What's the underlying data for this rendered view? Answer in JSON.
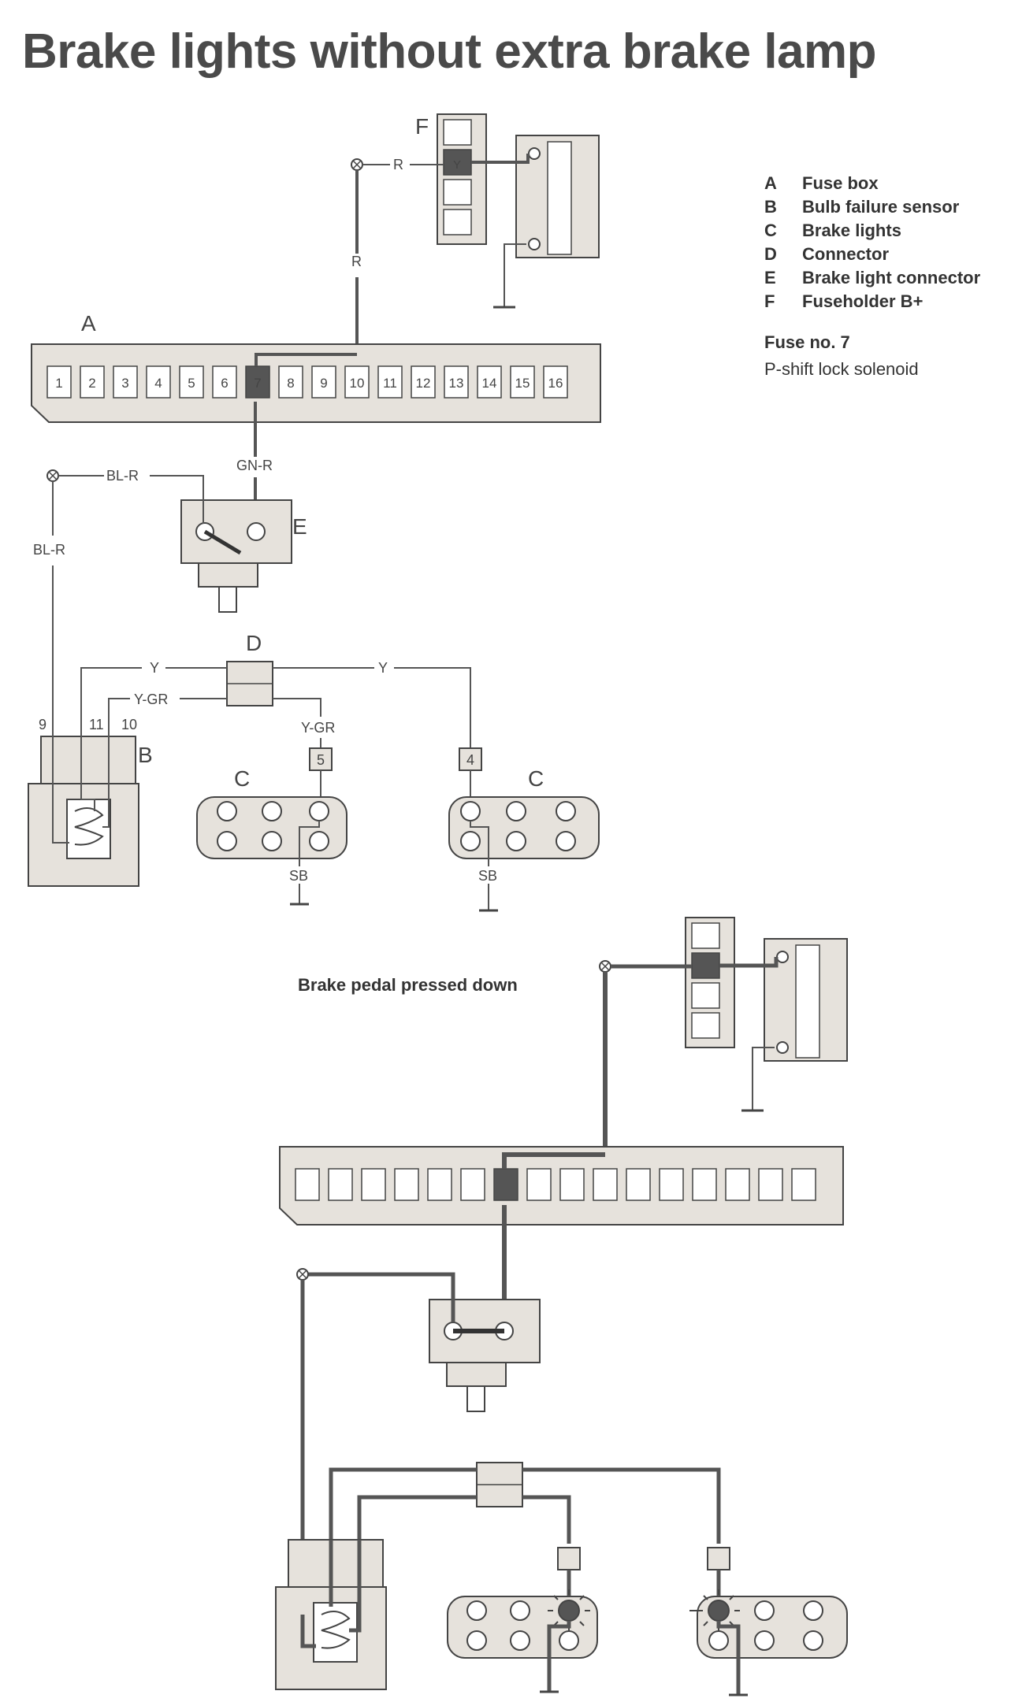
{
  "title": "Brake lights without extra brake lamp",
  "legend": [
    {
      "key": "A",
      "label": "Fuse box"
    },
    {
      "key": "B",
      "label": "Bulb failure sensor"
    },
    {
      "key": "C",
      "label": "Brake lights"
    },
    {
      "key": "D",
      "label": "Connector"
    },
    {
      "key": "E",
      "label": "Brake light connector"
    },
    {
      "key": "F",
      "label": "Fuseholder B+"
    }
  ],
  "fuse": {
    "title": "Fuse no. 7",
    "description": "P-shift lock solenoid"
  },
  "caption": "Brake pedal pressed down",
  "fuse_numbers": [
    "1",
    "2",
    "3",
    "4",
    "5",
    "6",
    "7",
    "8",
    "9",
    "10",
    "11",
    "12",
    "13",
    "14",
    "15",
    "16"
  ],
  "component_labels": {
    "A": "A",
    "B": "B",
    "C_left": "C",
    "C_right": "C",
    "D": "D",
    "E": "E",
    "F": "F"
  },
  "wire_labels": {
    "r_top": "R",
    "r_vertical": "R",
    "gn_r": "GN-R",
    "bl_r_top": "BL-R",
    "bl_r_left": "BL-R",
    "y_left": "Y",
    "y_right": "Y",
    "y_gr_left": "Y-GR",
    "y_gr_right": "Y-GR",
    "sb_left": "SB",
    "sb_right": "SB"
  },
  "pin_labels": {
    "p9": "9",
    "p11": "11",
    "p10": "10",
    "p5": "5",
    "p4": "4",
    "fuse_y": "Y"
  },
  "colors": {
    "component_fill": "#e6e2dc",
    "wire": "#555555",
    "active_fuse": "#555555",
    "text": "#444444"
  }
}
